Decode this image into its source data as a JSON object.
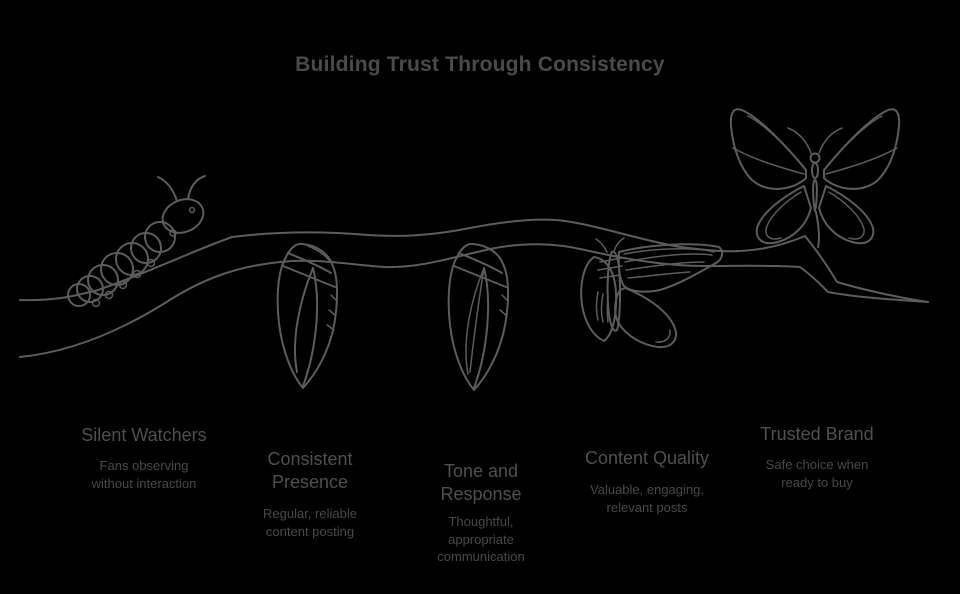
{
  "title": "Building Trust Through Consistency",
  "colors": {
    "background": "#000000",
    "line_art": "#5c5c5c",
    "title_text": "#4a4a4a",
    "heading_text": "#4f4f4f",
    "subtext": "#484848"
  },
  "illustration": {
    "icons": [
      "caterpillar",
      "chrysalis",
      "chrysalis-translucent",
      "emerging-butterfly",
      "butterfly",
      "branch"
    ]
  },
  "stages": [
    {
      "label": "Silent Watchers",
      "description": "Fans observing\nwithout interaction"
    },
    {
      "label": "Consistent\nPresence",
      "description": "Regular, reliable\ncontent posting"
    },
    {
      "label": "Tone and\nResponse",
      "description": "Thoughtful,\nappropriate\ncommunication"
    },
    {
      "label": "Content Quality",
      "description": "Valuable, engaging,\nrelevant posts"
    },
    {
      "label": "Trusted Brand",
      "description": "Safe choice when\nready to buy"
    }
  ]
}
